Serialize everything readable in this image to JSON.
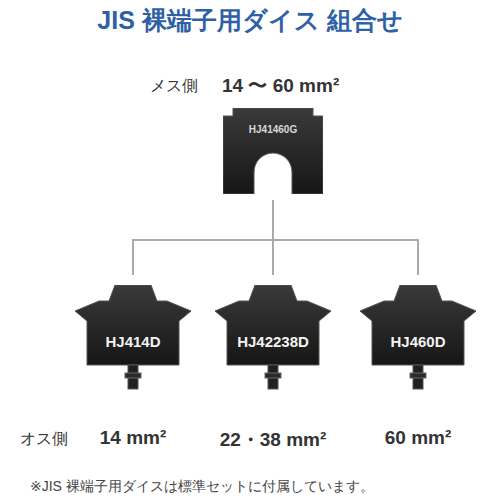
{
  "diagram": {
    "title": "JIS 裸端子用ダイス 組合せ",
    "caption": "※JIS 裸端子用ダイスは標準セットに付属しています。",
    "nodes": [
      {
        "text": [
          "HJ41460G"
        ]
      },
      {
        "text": [
          "HJ414D"
        ]
      },
      {
        "text": [
          "HJ42238D"
        ]
      },
      {
        "text": [
          "HJ460D"
        ]
      }
    ],
    "edges": [
      {
        "from": 0,
        "to": 1,
        "arrow": "none"
      },
      {
        "from": 0,
        "to": 2,
        "arrow": "none"
      },
      {
        "from": 0,
        "to": 3,
        "arrow": "none"
      }
    ],
    "labels": [
      "メス側",
      "14 〜 60 mm²",
      "オス側",
      "14 mm²",
      "22・38 mm²",
      "60 mm²"
    ]
  }
}
